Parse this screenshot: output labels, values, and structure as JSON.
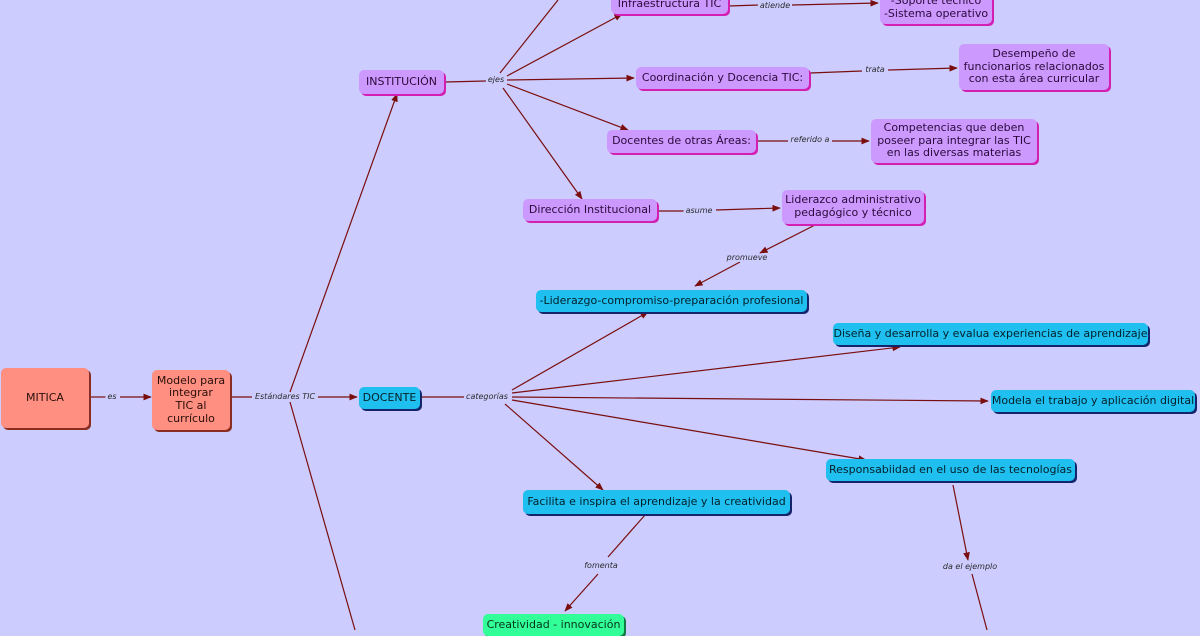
{
  "colors": {
    "background": "#ccccff",
    "link": "#7a0e0e",
    "root_node": "#ff8f80",
    "institution_nodes": "#cc99ff",
    "teacher_nodes": "#1fbff0",
    "creativity_node": "#33ff99"
  },
  "nodes": {
    "mitica": "MITICA",
    "modelo": "Modelo para\nintegrar\nTIC al\ncurrículo",
    "institucion": "INSTITUCIÓN",
    "docente": "DOCENTE",
    "infraestructura": "Infraestructura TIC",
    "soporte": "-Soporte técnico\n-Sistema operativo",
    "coordinacion": "Coordinación y Docencia TIC:",
    "desempeno": "Desempeño de\nfuncionarios relacionados\ncon esta área curricular",
    "docentes_otras": "Docentes de otras Áreas:",
    "competencias": "Competencias que deben\nposeer para integrar las TIC\nen las diversas materias",
    "direccion": "Dirección Institucional",
    "liderazgo_admin": "Liderazco administrativo\npedagógico y técnico",
    "liderazgo_comp": "-Liderazgo-compromiso-preparación profesional",
    "disena": "Diseña y desarrolla y evalua experiencias de aprendizaje",
    "modela": "Modela el trabajo y aplicación digital",
    "responsabilidad": "Responsabiidad en el uso de las tecnologías",
    "facilita": "Facilita e inspira el aprendizaje y la creatividad",
    "creatividad": "Creatividad - innovación"
  },
  "link_labels": {
    "es": "es",
    "estandares": "Estándares TIC",
    "ejes": "ejes",
    "atiende": "atiende",
    "trata": "trata",
    "referido": "referido a",
    "asume": "asume",
    "promueve": "promueve",
    "categorias": "categorías",
    "fomenta": "fomenta",
    "ejemplo": "da el ejemplo"
  }
}
